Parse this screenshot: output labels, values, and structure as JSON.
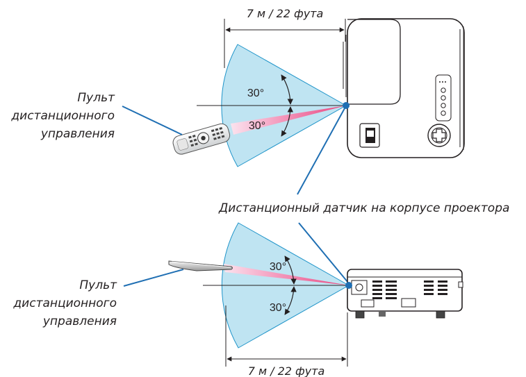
{
  "distance_label": "7 м / 22 фута",
  "angle_label": "30°",
  "remote_label": [
    "Пульт",
    "дистанционного",
    "управления"
  ],
  "sensor_label": "Дистанционный датчик на корпусе проектора",
  "colors": {
    "cone_fill": "#bfe4f2",
    "cone_stroke": "#1f94c9",
    "beam_pink": "#ec5d95",
    "leader_line": "#1f6fb3",
    "sensor_dot": "#1f6fb3",
    "line_dark": "#231f20"
  }
}
